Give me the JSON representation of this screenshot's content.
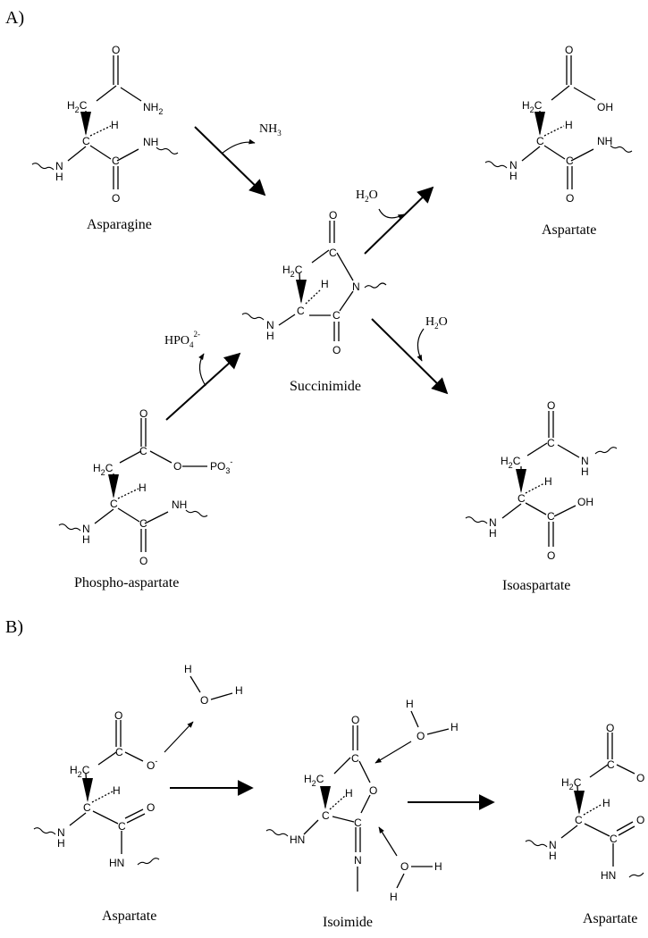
{
  "panels": {
    "a": "A)",
    "b": "B)"
  },
  "compounds": {
    "asparagine": "Asparagine",
    "aspartate": "Aspartate",
    "succinimide": "Succinimide",
    "phospho_aspartate": "Phospho-aspartate",
    "isoaspartate": "Isoaspartate",
    "aspartate_b1": "Aspartate",
    "isoimide": "Isoimide",
    "aspartate_b2": "Aspartate"
  },
  "reagents": {
    "nh3": "NH",
    "nh3_sub": "3",
    "water": "H",
    "water_sub": "2",
    "water_o": "O",
    "phosphate": "HPO",
    "phosphate_sub": "4",
    "phosphate_sup": "2-"
  },
  "atoms": {
    "O": "O",
    "N": "N",
    "H": "H",
    "C": "C",
    "NH": "NH",
    "HN": "HN",
    "NH2": "NH",
    "OH": "OH",
    "H2C": "H",
    "PO3": "PO",
    "charge_minus": "-",
    "two": "2",
    "three": "3"
  }
}
